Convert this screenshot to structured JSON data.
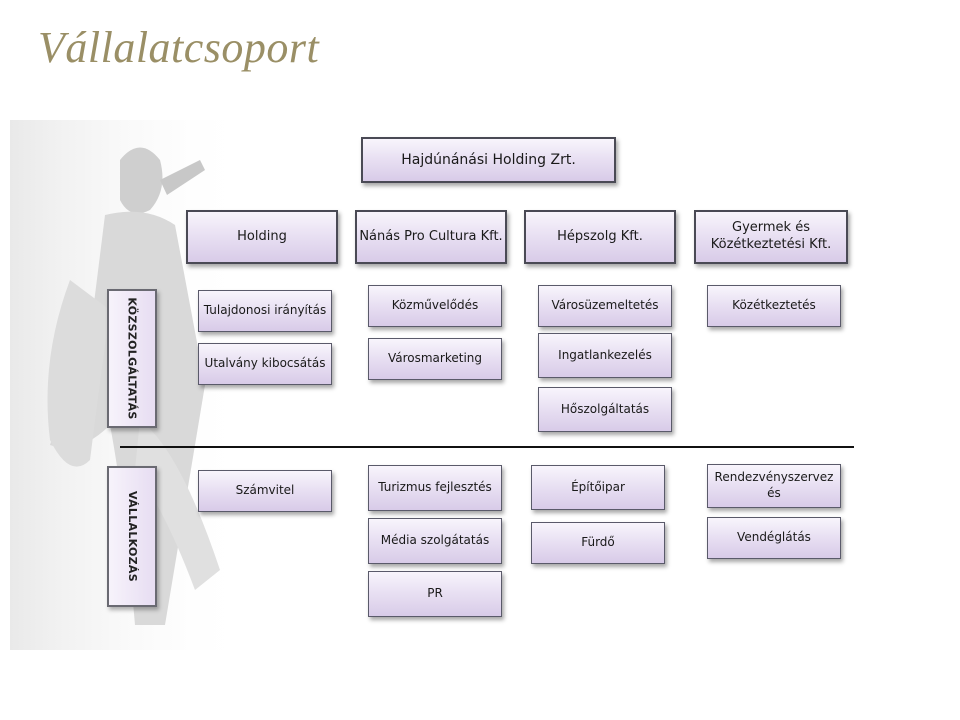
{
  "title": "Vállalatcsoport",
  "root": "Hajdúnánási Holding Zrt.",
  "companies": [
    "Holding",
    "Nánás Pro Cultura Kft.",
    "Hépszolg Kft.",
    "Gyermek és Közétkeztetési Kft."
  ],
  "sections": {
    "public": "KÖZSZOLGÁLTATÁS",
    "business": "VÁLLALKOZÁS"
  },
  "public_services": {
    "holding": [
      "Tulajdonosi irányítás",
      "Utalvány kibocsátás"
    ],
    "cultura": [
      "Közművelődés",
      "Városmarketing"
    ],
    "hepszolg": [
      "Városüzemeltetés",
      "Ingatlankezelés",
      "Hőszolgáltatás"
    ],
    "gyermek": [
      "Közétkeztetés"
    ]
  },
  "business_services": {
    "holding": [
      "Számvitel"
    ],
    "cultura": [
      "Turizmus fejlesztés",
      "Média szolgátatás",
      "PR"
    ],
    "hepszolg": [
      "Építőipar",
      "Fürdő"
    ],
    "gyermek": [
      "Rendezvényszervez és",
      "Vendéglátás"
    ]
  }
}
